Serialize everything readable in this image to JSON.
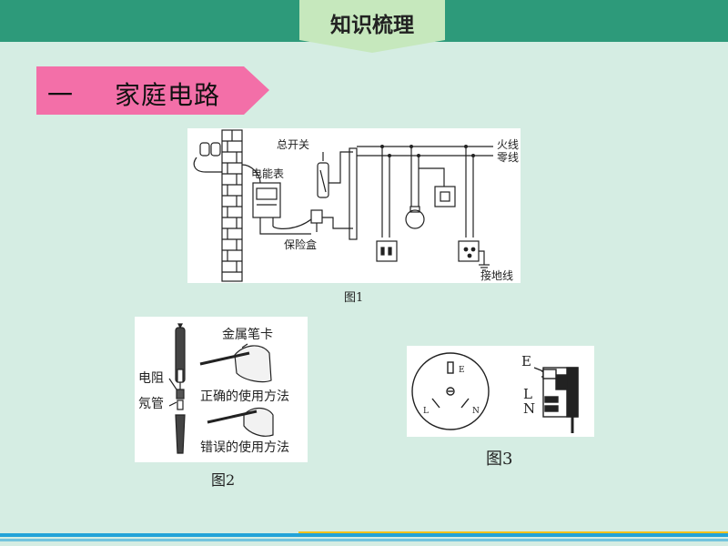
{
  "header": {
    "title": "知识梳理"
  },
  "section": {
    "number": "一",
    "title": "家庭电路"
  },
  "figure1": {
    "caption": "图1",
    "labels": {
      "main_switch": "总开关",
      "meter": "电能表",
      "fuse_box": "保险盒",
      "live": "火线",
      "neutral": "零线",
      "ground": "接地线"
    }
  },
  "figure2": {
    "caption": "图2",
    "labels": {
      "metal_clip": "金属笔卡",
      "resistor": "电阻",
      "neon_tube": "氖管",
      "correct": "正确的使用方法",
      "wrong": "错误的使用方法"
    }
  },
  "figure3": {
    "caption": "图3",
    "socket_labels": {
      "e": "E",
      "l": "L",
      "n": "N"
    },
    "plug_labels": {
      "e": "E",
      "l": "L",
      "n": "N"
    }
  },
  "colors": {
    "teal": "#2d9a7a",
    "tab": "#bfe3b8",
    "pink": "#f36fa8",
    "blue_line": "#22a3d8",
    "yellow_line": "#f2c21c"
  }
}
